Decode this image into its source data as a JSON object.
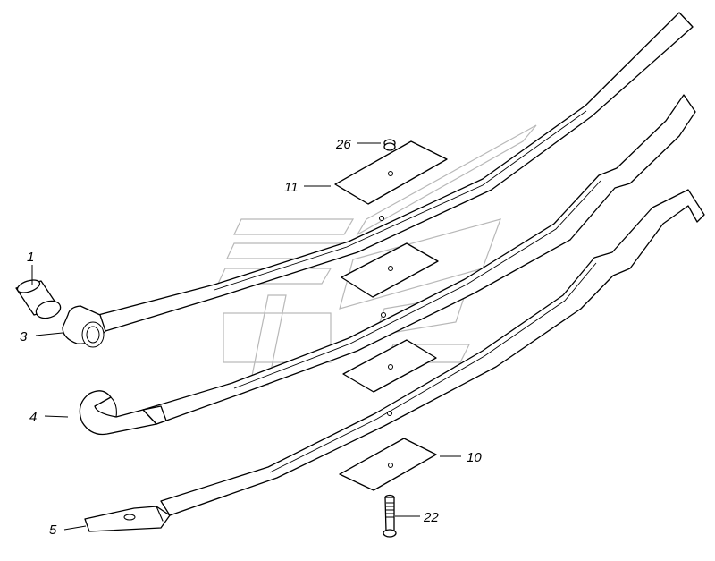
{
  "callouts": [
    {
      "id": "1",
      "label": "1"
    },
    {
      "id": "3",
      "label": "3"
    },
    {
      "id": "4",
      "label": "4"
    },
    {
      "id": "5",
      "label": "5"
    },
    {
      "id": "10",
      "label": "10"
    },
    {
      "id": "11",
      "label": "11"
    },
    {
      "id": "22",
      "label": "22"
    },
    {
      "id": "26",
      "label": "26"
    }
  ],
  "colors": {
    "line": "#000000",
    "watermark": "#b8b8b8",
    "background": "#ffffff"
  }
}
